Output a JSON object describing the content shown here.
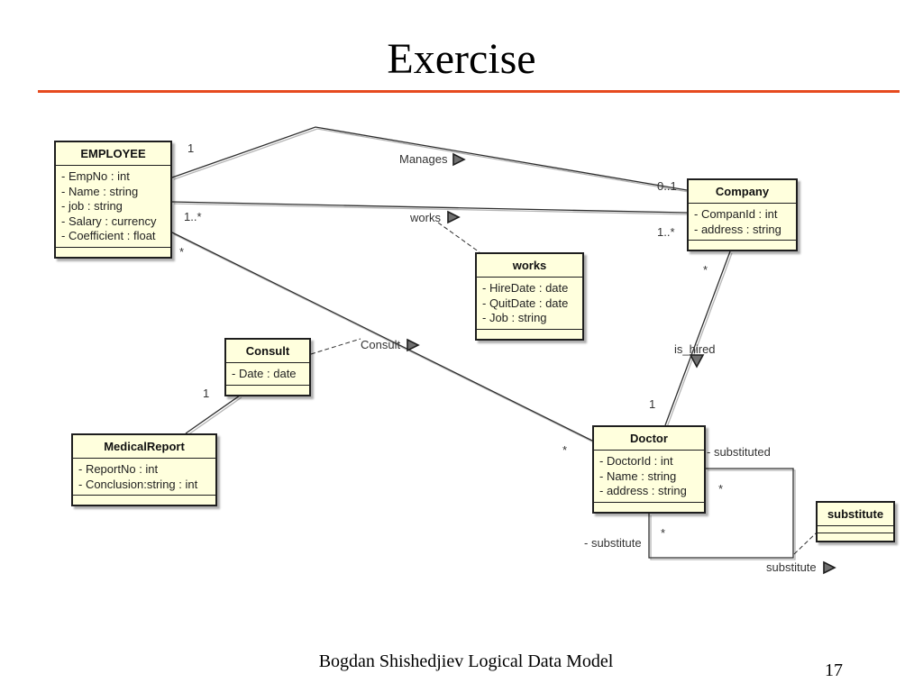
{
  "slide": {
    "title": "Exercise",
    "footer": "Bogdan Shishedjiev Logical Data Model",
    "page_number": "17"
  },
  "colors": {
    "title_rule": "#E64A1E",
    "class_fill": "#FFFFDD",
    "class_border": "#1E1E1E",
    "line": "#2E2E2E"
  },
  "diagram": {
    "classes": {
      "employee": {
        "name": "EMPLOYEE",
        "attributes": [
          "- EmpNo : int",
          "- Name : string",
          "- job : string",
          "- Salary : currency",
          "- Coefficient : float"
        ]
      },
      "company": {
        "name": "Company",
        "attributes": [
          "- CompanId : int",
          "- address : string"
        ]
      },
      "works": {
        "name": "works",
        "attributes": [
          "- HireDate : date",
          "- QuitDate : date",
          "- Job : string"
        ]
      },
      "consult": {
        "name": "Consult",
        "attributes": [
          "- Date : date"
        ]
      },
      "medical_report": {
        "name": "MedicalReport",
        "attributes": [
          "- ReportNo : int",
          "- Conclusion:string : int"
        ]
      },
      "doctor": {
        "name": "Doctor",
        "attributes": [
          "- DoctorId : int",
          "- Name : string",
          "- address : string"
        ]
      },
      "substitute": {
        "name": "substitute"
      }
    },
    "associations": {
      "manages": {
        "label": "Manages",
        "direction_icon": "triangle-right",
        "employee_end": "1",
        "company_end": "0..1"
      },
      "works": {
        "label": "works",
        "direction_icon": "triangle-right",
        "employee_end": "1..*",
        "company_end": "1..*"
      },
      "consult": {
        "label": "Consult",
        "direction_icon": "triangle-right",
        "employee_end": "*",
        "doctor_end": "*"
      },
      "medical_report_consult": {
        "consult_end": "1"
      },
      "is_hired": {
        "label": "is_hired",
        "direction_icon": "triangle-down",
        "company_end": "*",
        "doctor_end": "1"
      },
      "substitute": {
        "label": "substitute",
        "direction_icon": "triangle-right",
        "substituted_role": "- substituted",
        "substituted_end": "*",
        "substitute_role": "- substitute",
        "substitute_end": "*"
      }
    }
  }
}
